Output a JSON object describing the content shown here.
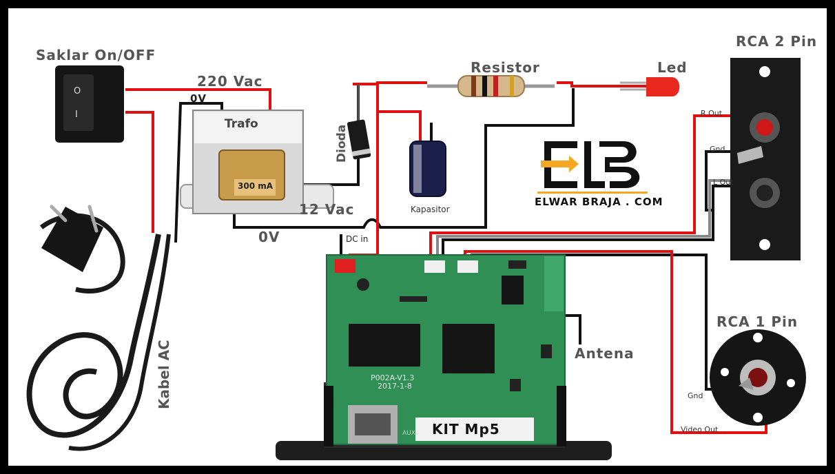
{
  "labels": {
    "switch": "Saklar On/OFF",
    "voltage_ac": "220 Vac",
    "zero_volt_top": "0V",
    "transformer": "Trafo",
    "transformer_rating": "300 mA",
    "voltage_dc": "12 Vac",
    "zero_volt_bottom": "0V",
    "diode": "Dioda",
    "resistor": "Resistor",
    "led": "Led",
    "capacitor": "Kapasitor",
    "rca2": "RCA 2 Pin",
    "r_out": "R Out",
    "gnd_top": "Gnd",
    "l_out": "L Out",
    "rca1": "RCA 1 Pin",
    "gnd_bottom": "Gnd",
    "video_out": "Video Out",
    "antenna": "Antena",
    "dc_in": "DC in",
    "ac_cable": "Kabel AC",
    "kit": "KIT Mp5",
    "brand": "ELWAR BRAJA . COM",
    "board_model": "P002A-V1.3",
    "board_date": "2017-1-8",
    "aux": "AUX"
  },
  "colors": {
    "wire_red": "#e01010",
    "wire_black": "#111111",
    "wire_gray": "#888888",
    "board_green": "#2f8f55",
    "brand_orange": "#f5a623"
  }
}
